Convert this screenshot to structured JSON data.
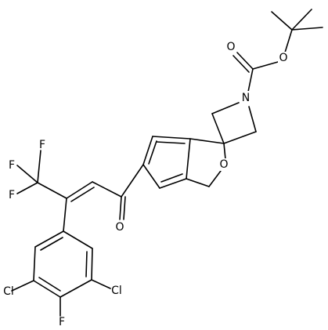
{
  "molecule": {
    "atoms": {
      "O_carbonyl_boc": "O",
      "O_ester": "O",
      "N": "N",
      "O_ring": "O",
      "F1": "F",
      "F2": "F",
      "F3": "F",
      "O_ketone": "O",
      "Cl_left": "Cl",
      "Cl_right": "Cl",
      "F_aryl": "F"
    }
  }
}
